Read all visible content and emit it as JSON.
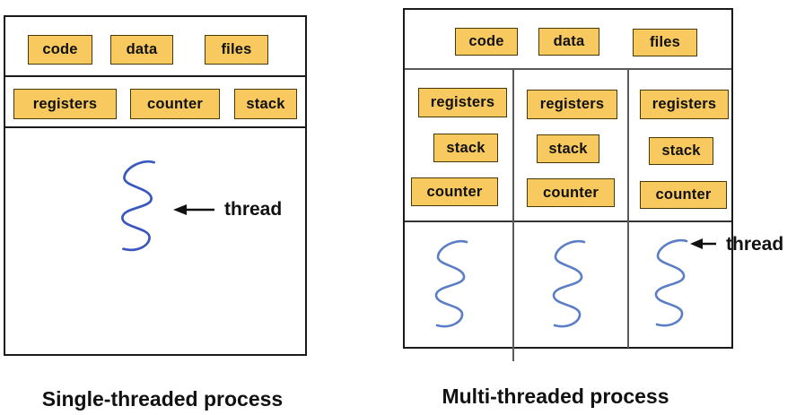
{
  "left_panel": {
    "caption": "Single-threaded process",
    "code": "code",
    "data": "data",
    "files": "files",
    "registers": "registers",
    "counter": "counter",
    "stack": "stack",
    "thread_label": "thread"
  },
  "right_panel": {
    "caption": "Multi-threaded process",
    "code": "code",
    "data": "data",
    "files": "files",
    "columns": [
      {
        "registers": "registers",
        "stack": "stack",
        "counter": "counter"
      },
      {
        "registers": "registers",
        "stack": "stack",
        "counter": "counter"
      },
      {
        "registers": "registers",
        "stack": "stack",
        "counter": "counter"
      }
    ],
    "thread_label": "thread"
  },
  "colors": {
    "box_fill": "#F7C95F",
    "box_border": "#473907",
    "outline": "#1a1a1a",
    "divider": "#5a5a5a",
    "thread_left": "#3A58BC",
    "thread_right": "#5B7EC6",
    "text": "#111111"
  }
}
